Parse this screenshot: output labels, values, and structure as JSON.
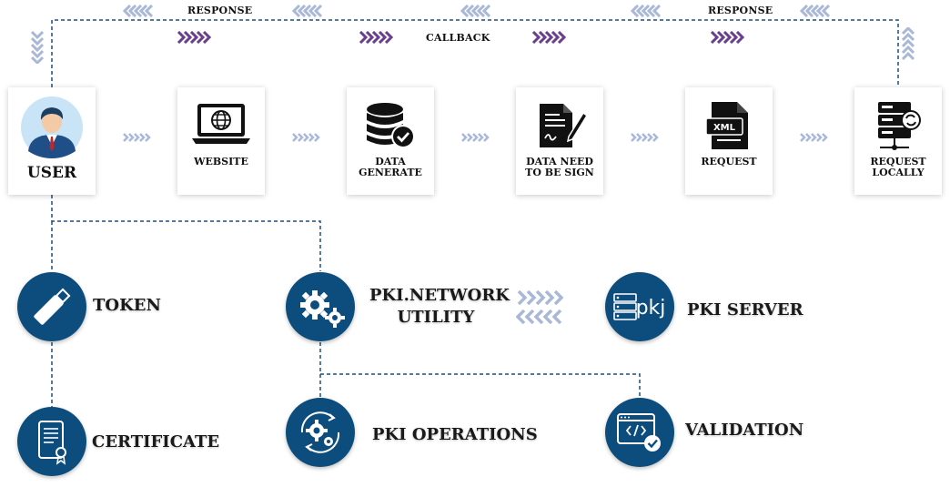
{
  "top": {
    "response_left": "RESPONSE",
    "response_right": "RESPONSE",
    "callback": "CALLBACK"
  },
  "flow": {
    "user": "USER",
    "website": "WEBSITE",
    "data_generate": [
      "DATA",
      "GENERATE"
    ],
    "data_sign": [
      "DATA NEED",
      "TO BE SIGN"
    ],
    "request": "REQUEST",
    "request_icon_text": "XML",
    "request_locally": [
      "REQUEST",
      "LOCALLY"
    ]
  },
  "bottom": {
    "token": "TOKEN",
    "certificate": "CERTIFICATE",
    "utility": [
      "PKI.NETWORK",
      "UTILITY"
    ],
    "operations": "PKI OPERATIONS",
    "pki_server": "PKI SERVER",
    "pki_logo": "pkj",
    "validation": "VALIDATION"
  },
  "colors": {
    "navy": "#0d4d7d",
    "line_blue": "#1c4f7e",
    "chevron_light": "#aab8d8",
    "chevron_purple": "#6a3d8f"
  }
}
